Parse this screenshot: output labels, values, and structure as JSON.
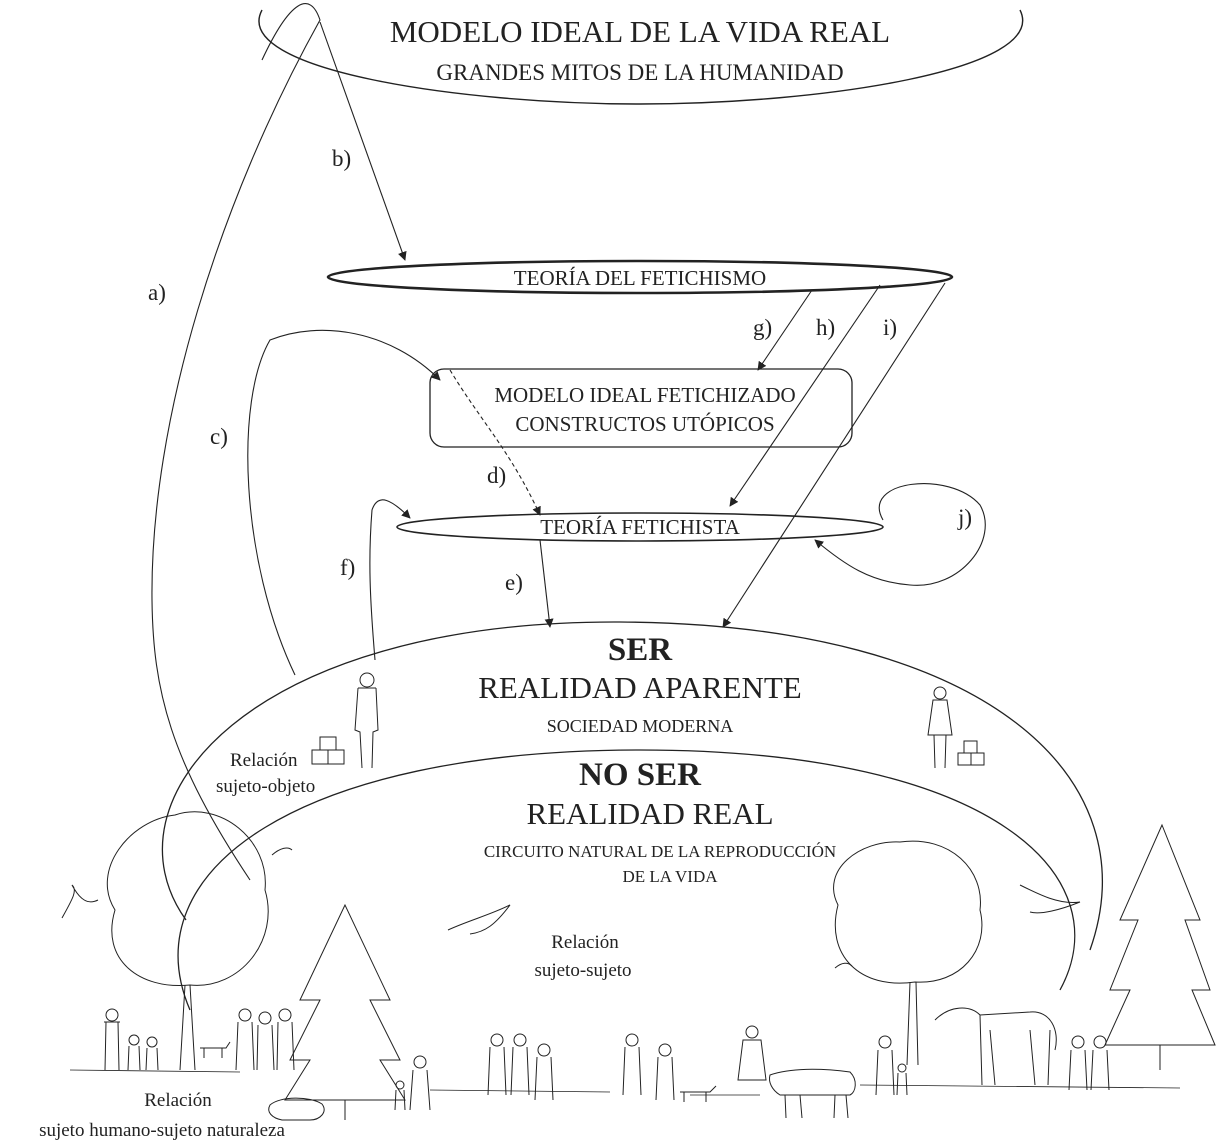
{
  "top": {
    "title": "MODELO IDEAL DE LA VIDA REAL",
    "subtitle": "GRANDES MITOS DE LA HUMANIDAD"
  },
  "nodes": {
    "teoria_fetichismo": "TEORÍA DEL FETICHISMO",
    "modelo_fetichizado_1": "MODELO IDEAL FETICHIZADO",
    "modelo_fetichizado_2": "CONSTRUCTOS UTÓPICOS",
    "teoria_fetichista": "TEORÍA FETICHISTA"
  },
  "arrows": {
    "a": "a)",
    "b": "b)",
    "c": "c)",
    "d": "d)",
    "e": "e)",
    "f": "f)",
    "g": "g)",
    "h": "h)",
    "i": "i)",
    "j": "j)"
  },
  "ser": {
    "title": "SER",
    "subtitle": "REALIDAD APARENTE",
    "caption": "SOCIEDAD MODERNA"
  },
  "no_ser": {
    "title": "NO SER",
    "subtitle": "REALIDAD REAL",
    "caption_1": "CIRCUITO NATURAL DE LA REPRODUCCIÓN",
    "caption_2": "DE LA VIDA"
  },
  "relations": {
    "sujeto_objeto_1": "Relación",
    "sujeto_objeto_2": "sujeto-objeto",
    "sujeto_sujeto_1": "Relación",
    "sujeto_sujeto_2": "sujeto-sujeto",
    "naturaleza_1": "Relación",
    "naturaleza_2": "sujeto humano-sujeto naturaleza"
  },
  "colors": {
    "ink": "#222222",
    "background": "#ffffff"
  }
}
